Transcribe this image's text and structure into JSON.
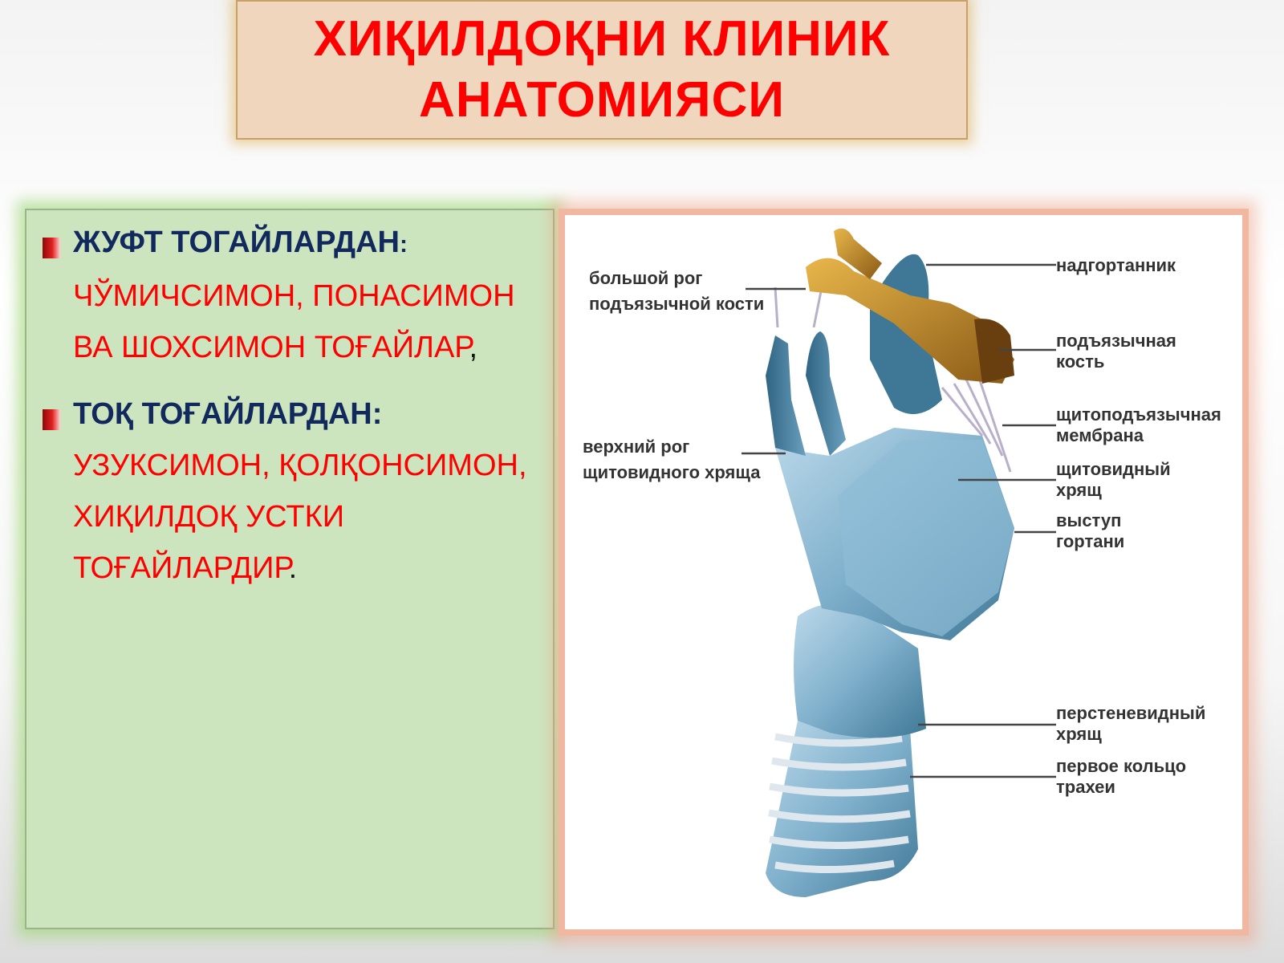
{
  "title": {
    "line1": "ХИҚИЛДОҚНИ КЛИНИК",
    "line2": "АНАТОМИЯСИ"
  },
  "left": {
    "b1_heading": "ЖУФТ ТОГАЙЛАРДАН",
    "b1_colon": ":",
    "b1_line1": "ЧЎМИЧСИМОН, ПОНАСИМОН",
    "b1_line2": "ВА ШОХСИМОН ТОҒАЙЛАР",
    "b1_end": ",",
    "b2_heading": "ТОҚ ТОҒАЙЛАРДАН:",
    "b2_line1": "УЗУКСИМОН, ҚОЛҚОНСИМОН,",
    "b2_line2": "ХИҚИЛДОҚ УСТКИ",
    "b2_line3": "ТОҒАЙЛАРДИР",
    "b2_end": "."
  },
  "figure": {
    "hyoid_horn_1": "большой рог",
    "hyoid_horn_2": "подъязычной кости",
    "epiglottis": "надгортанник",
    "hyoid_1": "подъязычная",
    "hyoid_2": "кость",
    "thyroid_horn_1": "верхний рог",
    "thyroid_horn_2": "щитовидного хряща",
    "membrane_1": "щитоподъязычная",
    "membrane_2": "мембрана",
    "thyroid_1": "щитовидный",
    "thyroid_2": "хрящ",
    "prominence_1": "выступ",
    "prominence_2": "гортани",
    "cricoid_1": "перстеневидный",
    "cricoid_2": "хрящ",
    "trachea_1": "первое кольцо",
    "trachea_2": "трахеи"
  }
}
